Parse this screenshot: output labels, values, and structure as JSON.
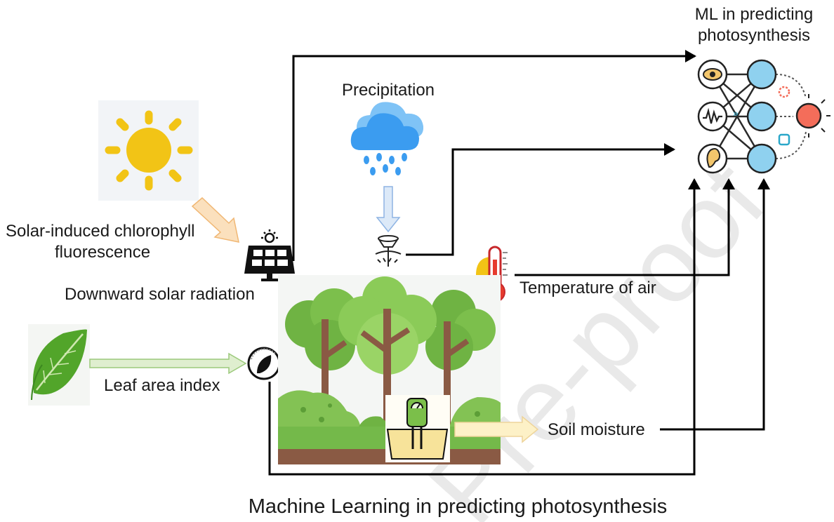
{
  "labels": {
    "ml_title_line1": "ML in predicting",
    "ml_title_line2": "photosynthesis",
    "precipitation": "Precipitation",
    "sif_line1": "Solar-induced chlorophyll",
    "sif_line2": "fluorescence",
    "downward_solar_radiation": "Downward solar radiation",
    "temperature_of_air": "Temperature of air",
    "leaf_area_index": "Leaf area index",
    "soil_moisture": "Soil moisture"
  },
  "caption": "Machine Learning in predicting photosynthesis",
  "watermark": "Pre-proof",
  "icons": {
    "sun": "sun-icon",
    "cloud_rain": "rain-cloud-icon",
    "solar_panel": "solar-panel-icon",
    "rain_gauge": "rain-gauge-icon",
    "thermometer": "thermometer-icon",
    "leaf": "leaf-icon",
    "lai_meter": "leaf-meter-icon",
    "soil_sensor": "soil-moisture-sensor-icon",
    "forest": "forest-illustration",
    "neural_network": "neural-network-icon"
  },
  "colors": {
    "sun": "#f2c416",
    "cloud": "#3b9cf0",
    "tree_green": "#74b94a",
    "trunk": "#8a5a44",
    "arrow": "#000000",
    "sif_arrow": "#f7c98a",
    "lai_arrow": "#b9dba0"
  }
}
